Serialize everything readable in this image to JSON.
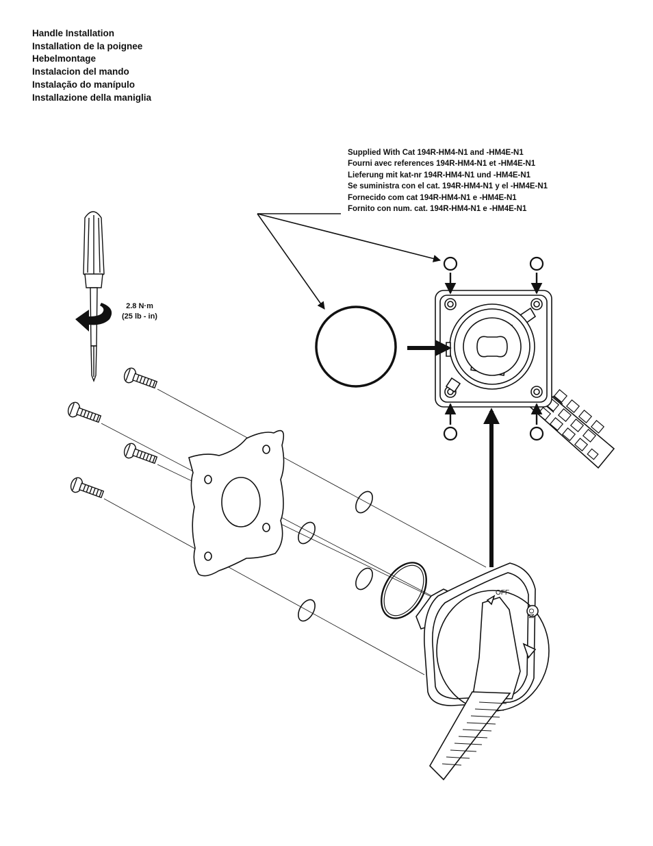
{
  "heading": {
    "lines": [
      "Handle Installation",
      "Installation de la poignee",
      "Hebelmontage",
      "Instalacion del mando",
      "Instalação do manípulo",
      "Installazione della maniglia"
    ]
  },
  "supplied_note": {
    "lines": [
      "Supplied With Cat 194R-HM4-N1 and -HM4E-N1",
      "Fourni avec references 194R-HM4-N1 et -HM4E-N1",
      "Lieferung mit kat-nr 194R-HM4-N1 und -HM4E-N1",
      "Se suministra con el cat. 194R-HM4-N1 y el -HM4E-N1",
      "Fornecido com cat 194R-HM4-N1 e -HM4E-N1",
      "Fornito con num. cat. 194R-HM4-N1 e -HM4E-N1"
    ]
  },
  "torque": {
    "metric": "2.8 N·m",
    "imperial": "(25 lb - in)"
  },
  "handle_labels": {
    "off": "OFF",
    "on": "ON"
  },
  "icons": [
    "screwdriver-icon",
    "rotate-arrow-icon",
    "screw-icon",
    "o-ring-icon",
    "gasket-plate-icon",
    "switch-body-icon",
    "rotary-handle-icon"
  ]
}
